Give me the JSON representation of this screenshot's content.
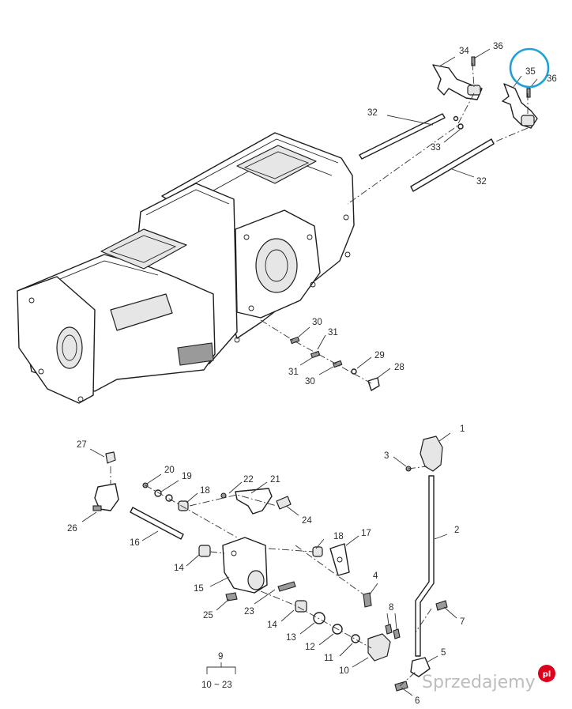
{
  "labels": {
    "p1": "1",
    "p2": "2",
    "p3": "3",
    "p4": "4",
    "p5": "5",
    "p6": "6",
    "p7": "7",
    "p8": "8",
    "p9": "9",
    "p9range": "10 ~ 23",
    "p10": "10",
    "p11": "11",
    "p12": "12",
    "p13": "13",
    "p14a": "14",
    "p14b": "14",
    "p15": "15",
    "p16": "16",
    "p17": "17",
    "p18a": "18",
    "p18b": "18",
    "p19": "19",
    "p20": "20",
    "p21": "21",
    "p22": "22",
    "p23": "23",
    "p24": "24",
    "p25": "25",
    "p26": "26",
    "p27": "27",
    "p28": "28",
    "p29": "29",
    "p30a": "30",
    "p30b": "30",
    "p31a": "31",
    "p31b": "31",
    "p32a": "32",
    "p32b": "32",
    "p33": "33",
    "p34": "34",
    "p35": "35",
    "p36a": "36",
    "p36b": "36"
  },
  "highlight": {
    "target": "35",
    "color": "#1ea0d8"
  },
  "watermark": {
    "brand": "Sprzedajemy",
    "badge": "pl"
  },
  "colors": {
    "line": "#1e1e1e",
    "label": "#2b2b2b",
    "watermark": "#bdbdbd",
    "badge": "#e0001b"
  }
}
